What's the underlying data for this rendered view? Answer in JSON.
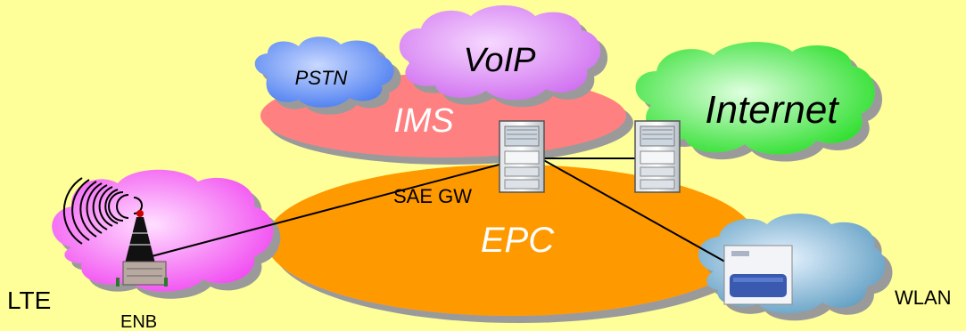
{
  "diagram": {
    "background": "#FFFF99",
    "nodes": {
      "pstn": {
        "label": "PSTN",
        "color": "#5A8CFF"
      },
      "voip": {
        "label": "VoIP",
        "color": "#E08CFF"
      },
      "ims": {
        "label": "IMS",
        "color": "#FF8080"
      },
      "internet": {
        "label": "Internet",
        "color": "#44EE44"
      },
      "epc": {
        "label": "EPC",
        "color": "#FF9900"
      },
      "lte": {
        "label": "LTE",
        "color": "#FF66FF"
      },
      "wlan": {
        "label": "WLAN",
        "color": "#66AACC"
      },
      "sae_gw": {
        "label": "SAE GW"
      },
      "enb": {
        "label": "ENB"
      }
    },
    "links": [
      {
        "from": "sae_gw",
        "to": "enb"
      },
      {
        "from": "sae_gw",
        "to": "internet_gw"
      },
      {
        "from": "sae_gw",
        "to": "wlan_ap"
      }
    ]
  }
}
